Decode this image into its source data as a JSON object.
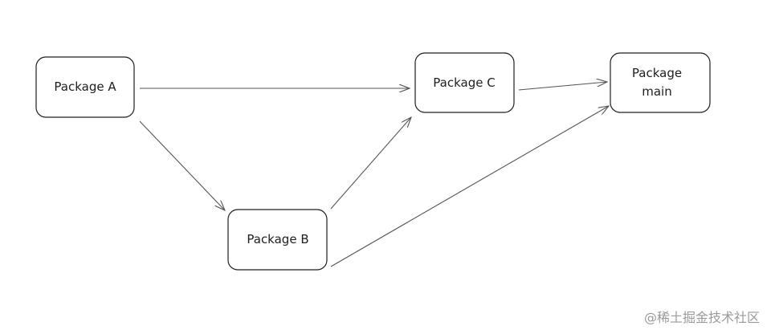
{
  "diagram": {
    "nodes": [
      {
        "id": "A",
        "label_lines": [
          "Package A"
        ]
      },
      {
        "id": "B",
        "label_lines": [
          "Package B"
        ]
      },
      {
        "id": "C",
        "label_lines": [
          "Package C"
        ]
      },
      {
        "id": "main",
        "label_lines": [
          "Package",
          "main"
        ]
      }
    ],
    "edges": [
      {
        "from": "A",
        "to": "C"
      },
      {
        "from": "A",
        "to": "B"
      },
      {
        "from": "B",
        "to": "C"
      },
      {
        "from": "B",
        "to": "main"
      },
      {
        "from": "C",
        "to": "main"
      }
    ]
  },
  "watermark": "@稀土掘金技术社区"
}
